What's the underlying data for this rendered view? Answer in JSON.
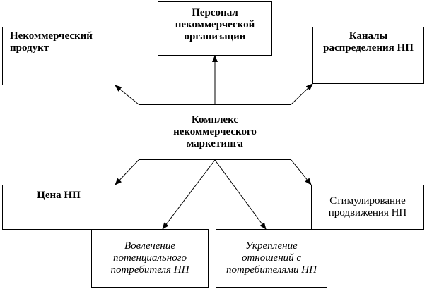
{
  "nodes": {
    "center": "Комплекс некоммерческого маркетинга",
    "product": "Некоммерческий продукт",
    "personnel": "Персонал некоммерческой организации",
    "channels": "Каналы распределения НП",
    "price": "Цена НП",
    "promotion": "Стимулирование продвижения НП",
    "involvement": "Вовлечение потенциального потребителя НП",
    "relations": "Укрепление отношений с потребителями НП"
  },
  "colors": {
    "stroke": "#000000",
    "background": "#ffffff"
  }
}
